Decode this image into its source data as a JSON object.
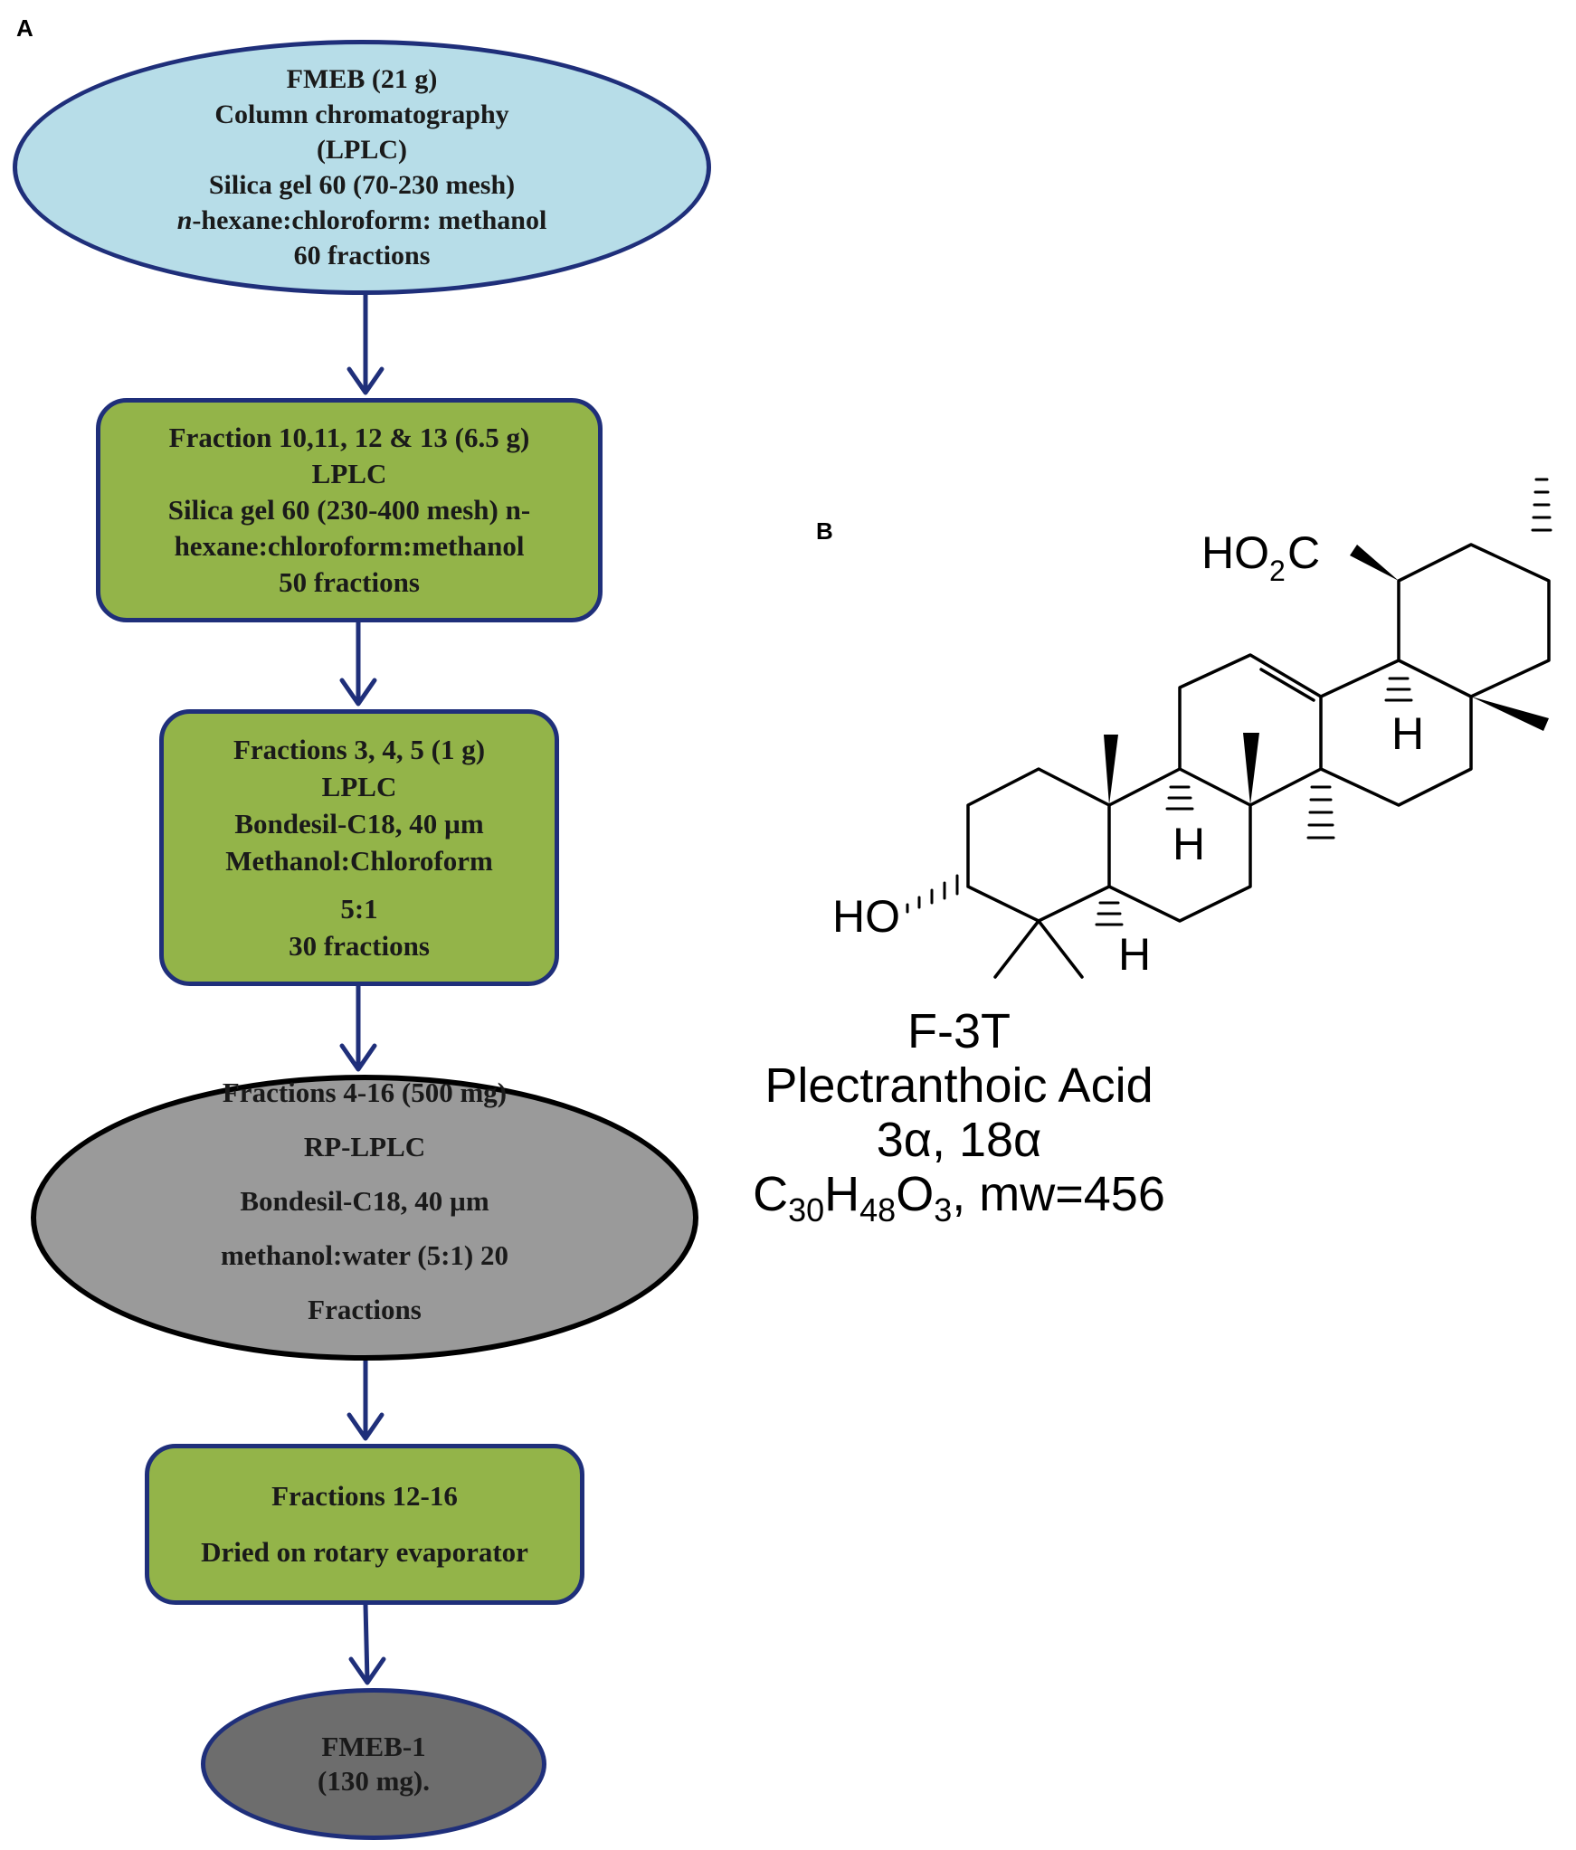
{
  "panels": {
    "a": "A",
    "b": "B"
  },
  "flow": {
    "node1": {
      "line1": "FMEB (21 g)",
      "line2": "Column chromatography",
      "line3": "(LPLC)",
      "line4": "Silica gel 60 (70-230 mesh)",
      "line5_italic": "n",
      "line5_rest": "-hexane:chloroform: methanol",
      "line6": "60 fractions"
    },
    "node2": {
      "line1": "Fraction 10,11, 12 & 13 (6.5 g)",
      "line2": "LPLC",
      "line3": "Silica gel 60 (230-400 mesh) n-",
      "line4": "hexane:chloroform:methanol",
      "line5": "50 fractions"
    },
    "node3": {
      "line1": "Fractions 3, 4, 5 (1 g)",
      "line2": "LPLC",
      "line3": "Bondesil-C18, 40 µm",
      "line4": "Methanol:Chloroform",
      "line5": "5:1",
      "line6": "30 fractions"
    },
    "node4": {
      "line1": "Fractions 4-16 (500 mg)",
      "line2": "RP-LPLC",
      "line3": "Bondesil-C18, 40 µm",
      "line4": "methanol:water (5:1) 20",
      "line5": "Fractions"
    },
    "node5": {
      "line1": "Fractions 12-16",
      "line2": "Dried on rotary evaporator"
    },
    "node6": {
      "line1": "FMEB-1",
      "line2": "(130 mg)."
    }
  },
  "structure": {
    "acid_group_main": "HO",
    "acid_group_sub": "2",
    "acid_group_end": "C",
    "hydroxyl": "HO",
    "hydrogen": "H"
  },
  "caption": {
    "name": "F-3T",
    "compound": "Plectranthoic Acid",
    "stereo": "3α, 18α",
    "formula_c": "C",
    "formula_c_sub": "30",
    "formula_h": "H",
    "formula_h_sub": "48",
    "formula_o": "O",
    "formula_o_sub": "3",
    "formula_rest": ", mw=456"
  },
  "colors": {
    "node_blue": "#b7dde8",
    "node_green": "#93b449",
    "node_grey": "#9a9a9a",
    "node_dark": "#6d6d6d",
    "border_navy": "#1f2f7a"
  }
}
